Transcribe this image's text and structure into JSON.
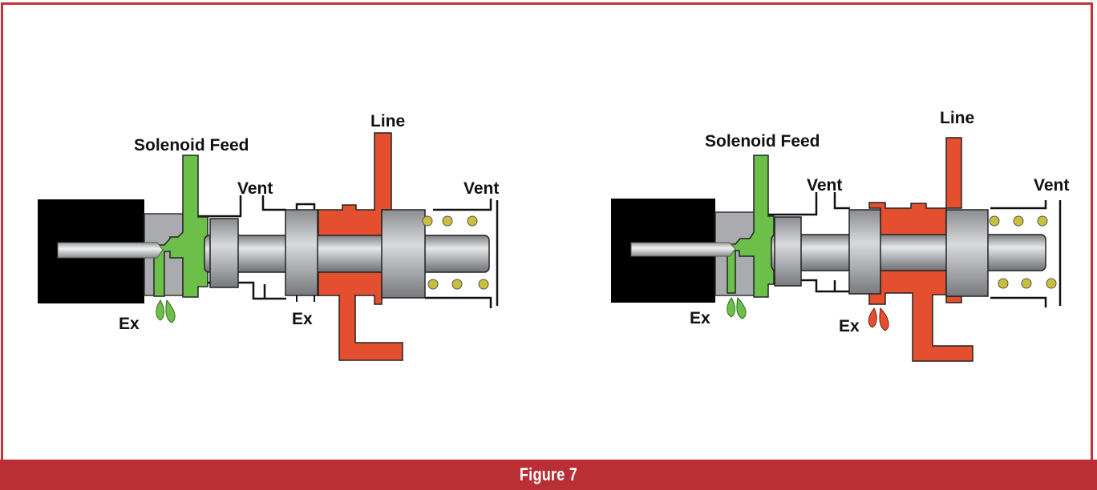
{
  "figure": {
    "caption": "Figure 7"
  },
  "colors": {
    "frame": "#c0333a",
    "caption_bar": "#b92f35",
    "solenoid_feed_oil": "#6cc04a",
    "line_oil": "#e4502f",
    "solenoid_body": "#000000",
    "valve_metal": "#a9abae",
    "spring_coil": "#c9bf3c"
  },
  "diagrams": [
    {
      "state": "left",
      "labels": {
        "solenoid_feed": "Solenoid Feed",
        "vent_left": "Vent",
        "line": "Line",
        "vent_right": "Vent",
        "ex_solenoid": "Ex",
        "ex_valve": "Ex"
      }
    },
    {
      "state": "right",
      "labels": {
        "solenoid_feed": "Solenoid Feed",
        "vent_left": "Vent",
        "line": "Line",
        "vent_right": "Vent",
        "ex_solenoid": "Ex",
        "ex_valve": "Ex"
      }
    }
  ]
}
